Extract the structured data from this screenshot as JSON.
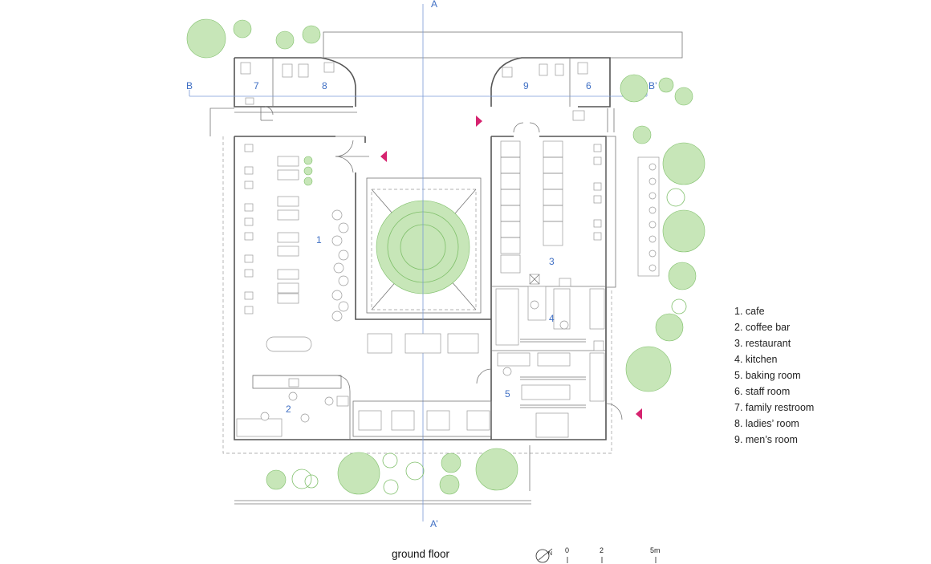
{
  "caption": "ground floor",
  "section_labels": {
    "a_top": "A",
    "a_bottom": "A’",
    "b_left": "B",
    "b_right": "B’"
  },
  "room_numbers": [
    "1",
    "2",
    "3",
    "4",
    "5",
    "6",
    "7",
    "8",
    "9"
  ],
  "legend": [
    "1. cafe",
    "2. coffee bar",
    "3. restaurant",
    "4. kitchen",
    "5. baking room",
    "6. staff room",
    "7. family restroom",
    "8. ladies’ room",
    "9. men’s room"
  ],
  "scale": {
    "zero": "0",
    "mid": "2",
    "end": "5m"
  },
  "north": "N",
  "colors": {
    "room_label": "#3f6fc4",
    "entrance_marker": "#d6236f",
    "tree": "#7fbf6a",
    "wall": "#555555"
  }
}
